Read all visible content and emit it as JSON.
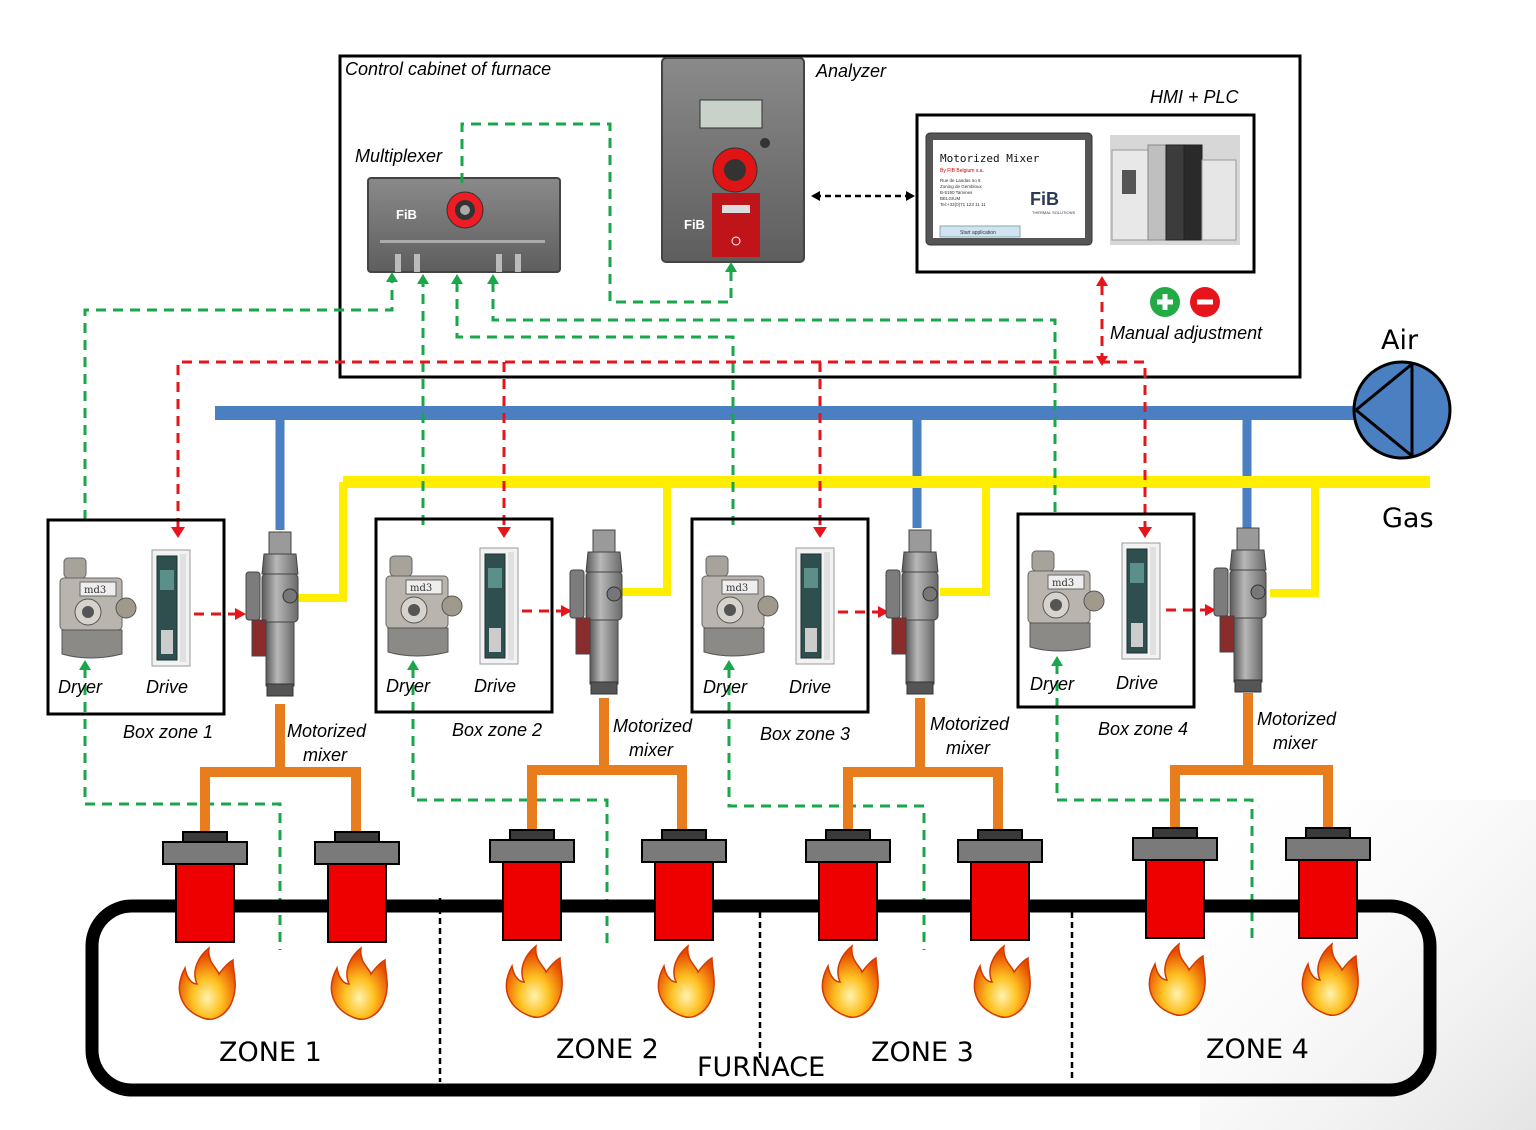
{
  "labels": {
    "cabinet": "Control cabinet of furnace",
    "analyzer": "Analyzer",
    "hmi": "HMI + PLC",
    "multiplexer": "Multiplexer",
    "manual": "Manual adjustment",
    "air": "Air",
    "gas": "Gas",
    "furnace": "FURNACE"
  },
  "screen": {
    "title": "Motorized Mixer",
    "subtitle": "By FIB Belgium s.a.",
    "lines": [
      "Rue de Landas no 6",
      "Zoning de Gembloux",
      "B-5190 Tamines",
      "BELGIUM",
      "Tel:+32(0)71 123 11 11"
    ],
    "button": "Start application"
  },
  "brand": {
    "logo": "FiB",
    "sub": "THERMAL SOLUTIONS",
    "device": "md3"
  },
  "zones": [
    {
      "box": "Box zone 1",
      "dryer": "Dryer",
      "drive": "Drive",
      "mixer1": "Motorized",
      "mixer2": "mixer",
      "zone": "ZONE 1"
    },
    {
      "box": "Box zone 2",
      "dryer": "Dryer",
      "drive": "Drive",
      "mixer1": "Motorized",
      "mixer2": "mixer",
      "zone": "ZONE 2"
    },
    {
      "box": "Box zone 3",
      "dryer": "Dryer",
      "drive": "Drive",
      "mixer1": "Motorized",
      "mixer2": "mixer",
      "zone": "ZONE 3"
    },
    {
      "box": "Box zone 4",
      "dryer": "Dryer",
      "drive": "Drive",
      "mixer1": "Motorized",
      "mixer2": "mixer",
      "zone": "ZONE 4"
    }
  ],
  "colors": {
    "air": "#4a7fc1",
    "gas": "#ffee00",
    "signal_green": "#1aa64a",
    "signal_red": "#e8141b",
    "gas_mix": "#e87d1e",
    "burner": "#ee0000"
  },
  "icons": [
    "fan-icon",
    "plus-icon",
    "minus-icon",
    "flame-icon"
  ]
}
